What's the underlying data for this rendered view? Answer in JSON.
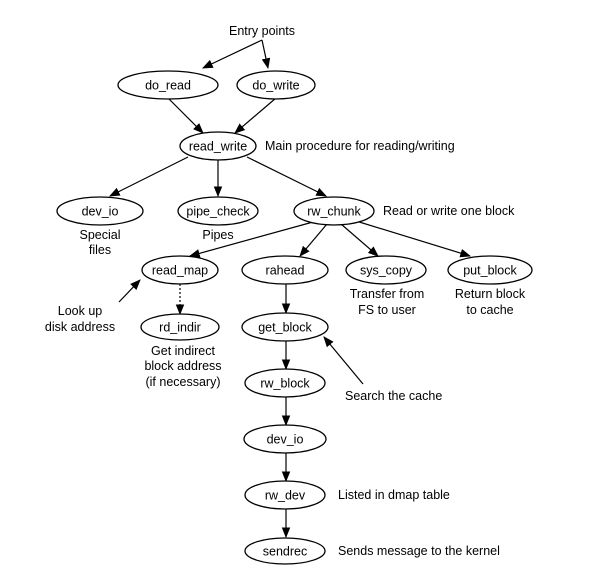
{
  "nodes": {
    "do_read": "do_read",
    "do_write": "do_write",
    "read_write": "read_write",
    "dev_io_top": "dev_io",
    "pipe_check": "pipe_check",
    "rw_chunk": "rw_chunk",
    "read_map": "read_map",
    "rahead": "rahead",
    "sys_copy": "sys_copy",
    "put_block": "put_block",
    "rd_indir": "rd_indir",
    "get_block": "get_block",
    "rw_block": "rw_block",
    "dev_io_bottom": "dev_io",
    "rw_dev": "rw_dev",
    "sendrec": "sendrec"
  },
  "notes": {
    "entry_points": "Entry points",
    "main_procedure": "Main procedure for reading/writing",
    "special_files": [
      "Special",
      "files"
    ],
    "pipes": "Pipes",
    "read_write_one_block": "Read or write one block",
    "look_up_disk_address": [
      "Look up",
      "disk address"
    ],
    "transfer_from_fs": [
      "Transfer from",
      "FS to user"
    ],
    "return_block": [
      "Return block",
      "to cache"
    ],
    "get_indirect": [
      "Get indirect",
      "block address",
      "(if necessary)"
    ],
    "search_cache": "Search the cache",
    "listed_in_dmap": "Listed in dmap table",
    "sends_message": "Sends message to the kernel"
  }
}
